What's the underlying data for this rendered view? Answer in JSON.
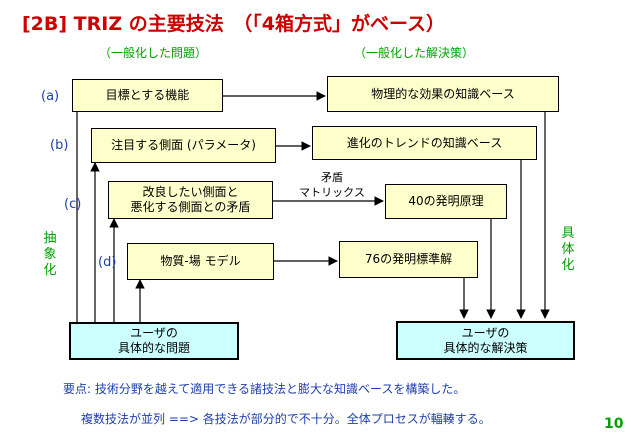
{
  "title": "[2B]  TRIZ の主要技法　（「4箱方式」がベース）",
  "subtitle_left": "（一般化した問題）",
  "subtitle_right": "（一般化した解決策）",
  "row_labels": [
    "(a)",
    "(b)",
    "(c)",
    "(d)"
  ],
  "side_left": "抽象化",
  "side_right": "具体化",
  "problems": [
    "目標とする機能",
    "注目する側面 (パラメータ)",
    "改良したい側面と\n悪化する側面との矛盾",
    "物質-場 モデル"
  ],
  "solutions": [
    "物理的な効果の知識ベース",
    "進化のトレンドの知識ベース",
    "40の発明原理",
    "76の発明標準解"
  ],
  "conflict_label": "矛盾\nマトリックス",
  "user_problem": "ユーザの\n具体的な問題",
  "user_solution": "ユーザの\n具体的な解決策",
  "notes": [
    "要点: 技術分野を越えて適用できる諸技法と膨大な知識ベースを構築した。",
    "複数技法が並列 ==> 各技法が部分的で不十分。全体プロセスが輻輳する。"
  ],
  "page_number": "10",
  "colors": {
    "title": "#cc0000",
    "green": "#00a000",
    "blue": "#1f3fae",
    "box_yellow": "#ffffcc",
    "box_cyan": "#ccffff"
  }
}
